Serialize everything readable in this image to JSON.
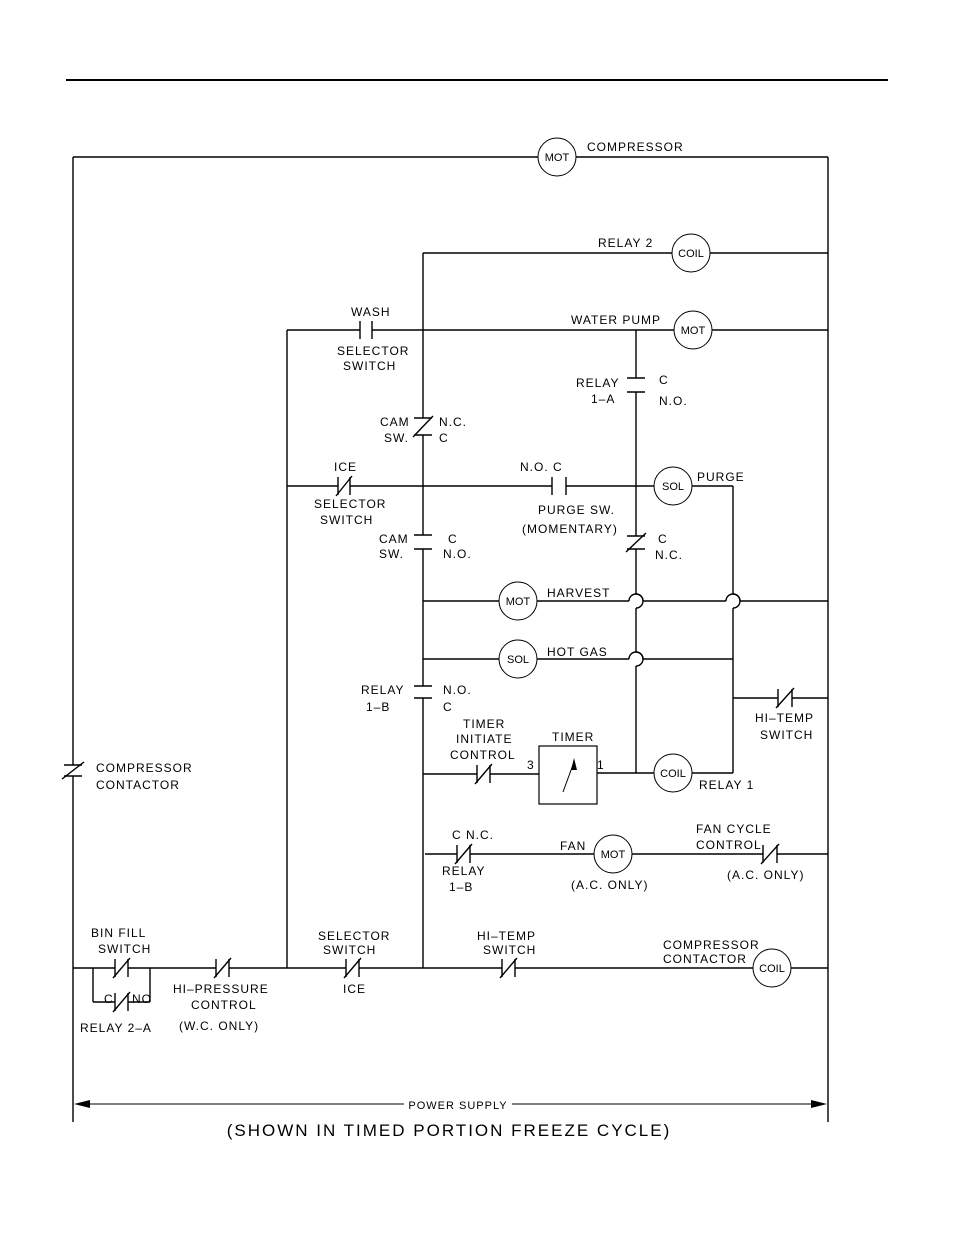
{
  "labels": {
    "compressor": "COMPRESSOR",
    "relay2": "RELAY  2",
    "wash": "WASH",
    "selector": "SELECTOR",
    "switch": "SWITCH",
    "water_pump": "WATER  PUMP",
    "relay": "RELAY",
    "one_a": "1–A",
    "one_b": "1–B",
    "c": "C",
    "no": "N.O.",
    "nc": "N.C.",
    "cam": "CAM",
    "sw": "SW.",
    "ice": "ICE",
    "no_c": "N.O.    C",
    "purge": "PURGE",
    "purge_sw": "PURGE  SW.",
    "momentary": "(MOMENTARY)",
    "harvest": "HARVEST",
    "hot_gas": "HOT  GAS",
    "hi_temp": "HI–TEMP",
    "timer": "TIMER",
    "initiate": "INITIATE",
    "control": "CONTROL",
    "t3": "3",
    "t1": "1",
    "relay1": "RELAY  1",
    "compressor_contactor_1": "COMPRESSOR",
    "contactor": "CONTACTOR",
    "c_nc": "C  N.C.",
    "fan": "FAN",
    "ac_only": "(A.C.  ONLY)",
    "fan_cycle": "FAN  CYCLE",
    "bin_fill": "BIN  FILL",
    "hi_pressure": "HI–PRESSURE",
    "wc_only": "(W.C.  ONLY)",
    "c_small": "C",
    "no_small": "NO",
    "relay2a": "RELAY  2–A",
    "power_supply": "POWER SUPPLY",
    "caption": "(SHOWN  IN  TIMED  PORTION  FREEZE  CYCLE)"
  },
  "components": {
    "mot": "MOT",
    "coil": "COIL",
    "sol": "SOL"
  }
}
